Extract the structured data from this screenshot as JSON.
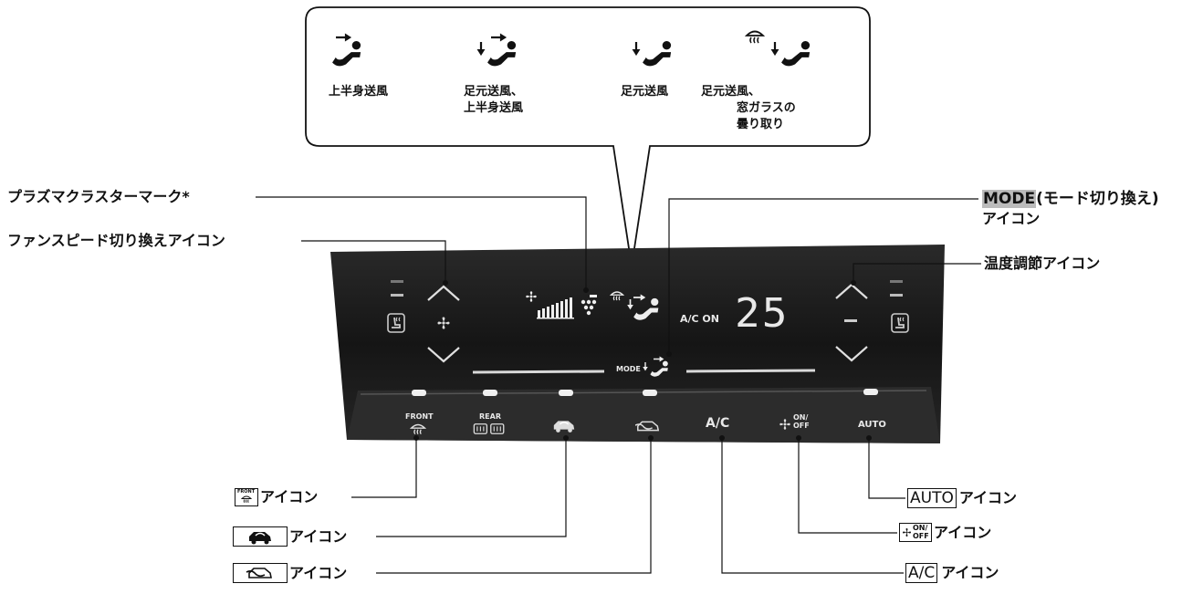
{
  "popup": {
    "modes": [
      {
        "icon": "upper-body-airflow-icon",
        "label": "上半身送風"
      },
      {
        "icon": "foot-and-upper-body-airflow-icon",
        "label": "足元送風、\n上半身送風"
      },
      {
        "icon": "foot-airflow-icon",
        "label": "足元送風"
      },
      {
        "icon": "foot-and-defrost-airflow-icon",
        "label": "足元送風、\n　　　窓ガラスの\n　　　曇り取り"
      }
    ]
  },
  "callouts": {
    "plasma_cluster": "プラズマクラスターマーク*",
    "fan_speed": "ファンスピード切り換えアイコン",
    "mode_key": "MODE",
    "mode_rest": "(モード切り換え)",
    "mode_icon_word": "アイコン",
    "temperature": "温度調節アイコン",
    "front_defrost": "アイコン",
    "recirculation": "アイコン",
    "fresh_air": "アイコン",
    "auto_key": "AUTO",
    "auto_rest": "アイコン",
    "fan_onoff_on": "ON/",
    "fan_onoff_off": "OFF",
    "fan_onoff_rest": "アイコン",
    "ac_key": "A/C",
    "ac_rest": "アイコン",
    "front_icon_text": "FRONT"
  },
  "panel": {
    "ac_status": "A/C ON",
    "temperature_value": "25",
    "mode_text": "MODE",
    "buttons": {
      "front_label": "FRONT",
      "rear_label": "REAR",
      "ac_label": "A/C",
      "fan_on": "ON/",
      "fan_off": "OFF",
      "auto_label": "AUTO"
    }
  },
  "colors": {
    "panel_bg": "#1e1e1e",
    "panel_lower": "#2a2a2a",
    "panel_text": "#e8e8e8"
  }
}
